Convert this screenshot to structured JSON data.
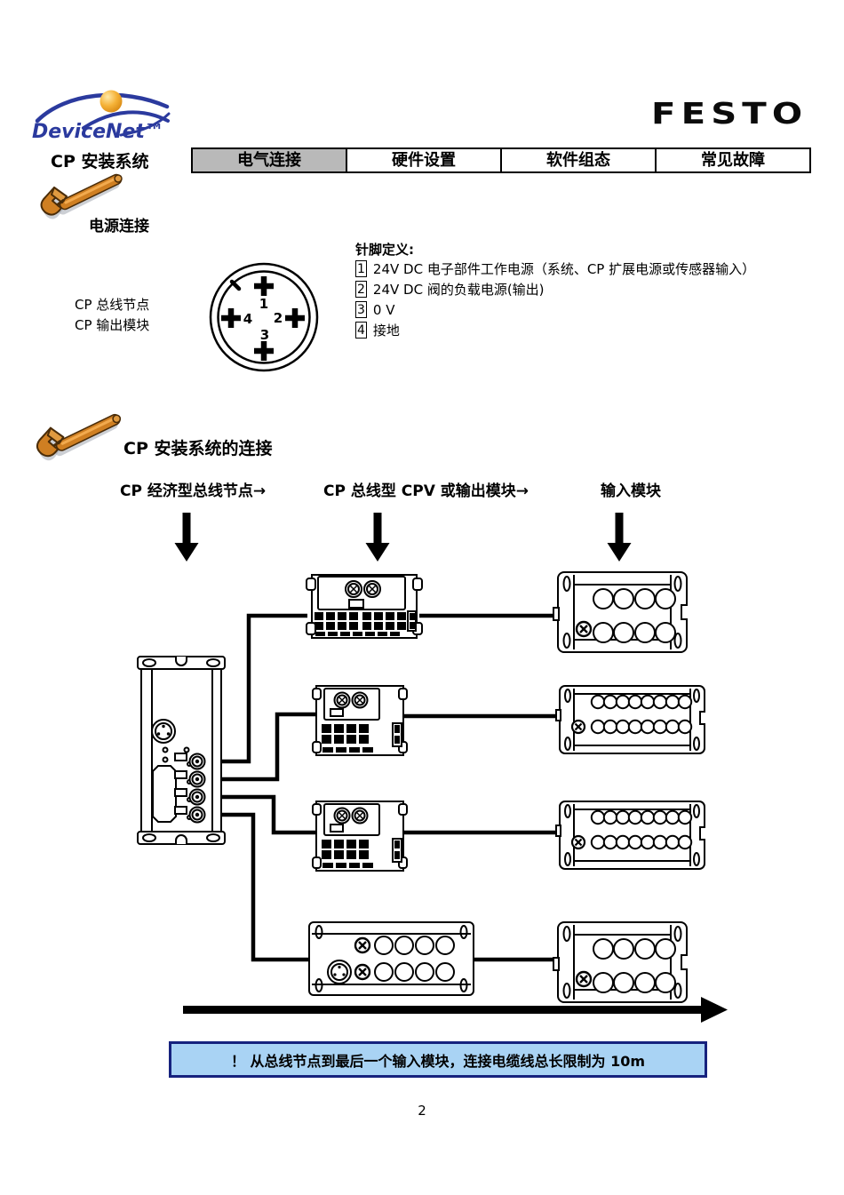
{
  "header": {
    "devicenet_logo": "DeviceNet™",
    "festo_logo": "FESTO",
    "page_title": "CP 安装系统",
    "tabs": [
      {
        "label": "电气连接",
        "active": true
      },
      {
        "label": "硬件设置",
        "active": false
      },
      {
        "label": "软件组态",
        "active": false
      },
      {
        "label": "常见故障",
        "active": false
      }
    ]
  },
  "power_section": {
    "heading": "电源连接",
    "device_labels": [
      "CP 总线节点",
      "CP 输出模块"
    ],
    "connector_pin_numbers": [
      "1",
      "2",
      "3",
      "4"
    ],
    "pin_definition_title": "针脚定义:",
    "pins": [
      {
        "num": "1",
        "desc": "24V DC 电子部件工作电源（系统、CP 扩展电源或传感器输入）"
      },
      {
        "num": "2",
        "desc": "24V DC 阀的负载电源(输出)"
      },
      {
        "num": "3",
        "desc": "0 V"
      },
      {
        "num": "4",
        "desc": "接地"
      }
    ]
  },
  "connection_section": {
    "heading": "CP 安装系统的连接",
    "column_labels": [
      "CP 经济型总线节点→",
      "CP 总线型 CPV 或输出模块→",
      "输入模块"
    ]
  },
  "note": {
    "text": "！ 从总线节点到最后一个输入模块，连接电缆线总长限制为 10m"
  },
  "page": {
    "number": "2"
  },
  "colors": {
    "active_tab_bg": "#b9b9b9",
    "note_bg": "#a9d3f4",
    "note_border": "#16227e",
    "brand_blue": "#2b3a9e",
    "brand_orange": "#f0a22e",
    "wrench_orange": "#cf7f22"
  }
}
